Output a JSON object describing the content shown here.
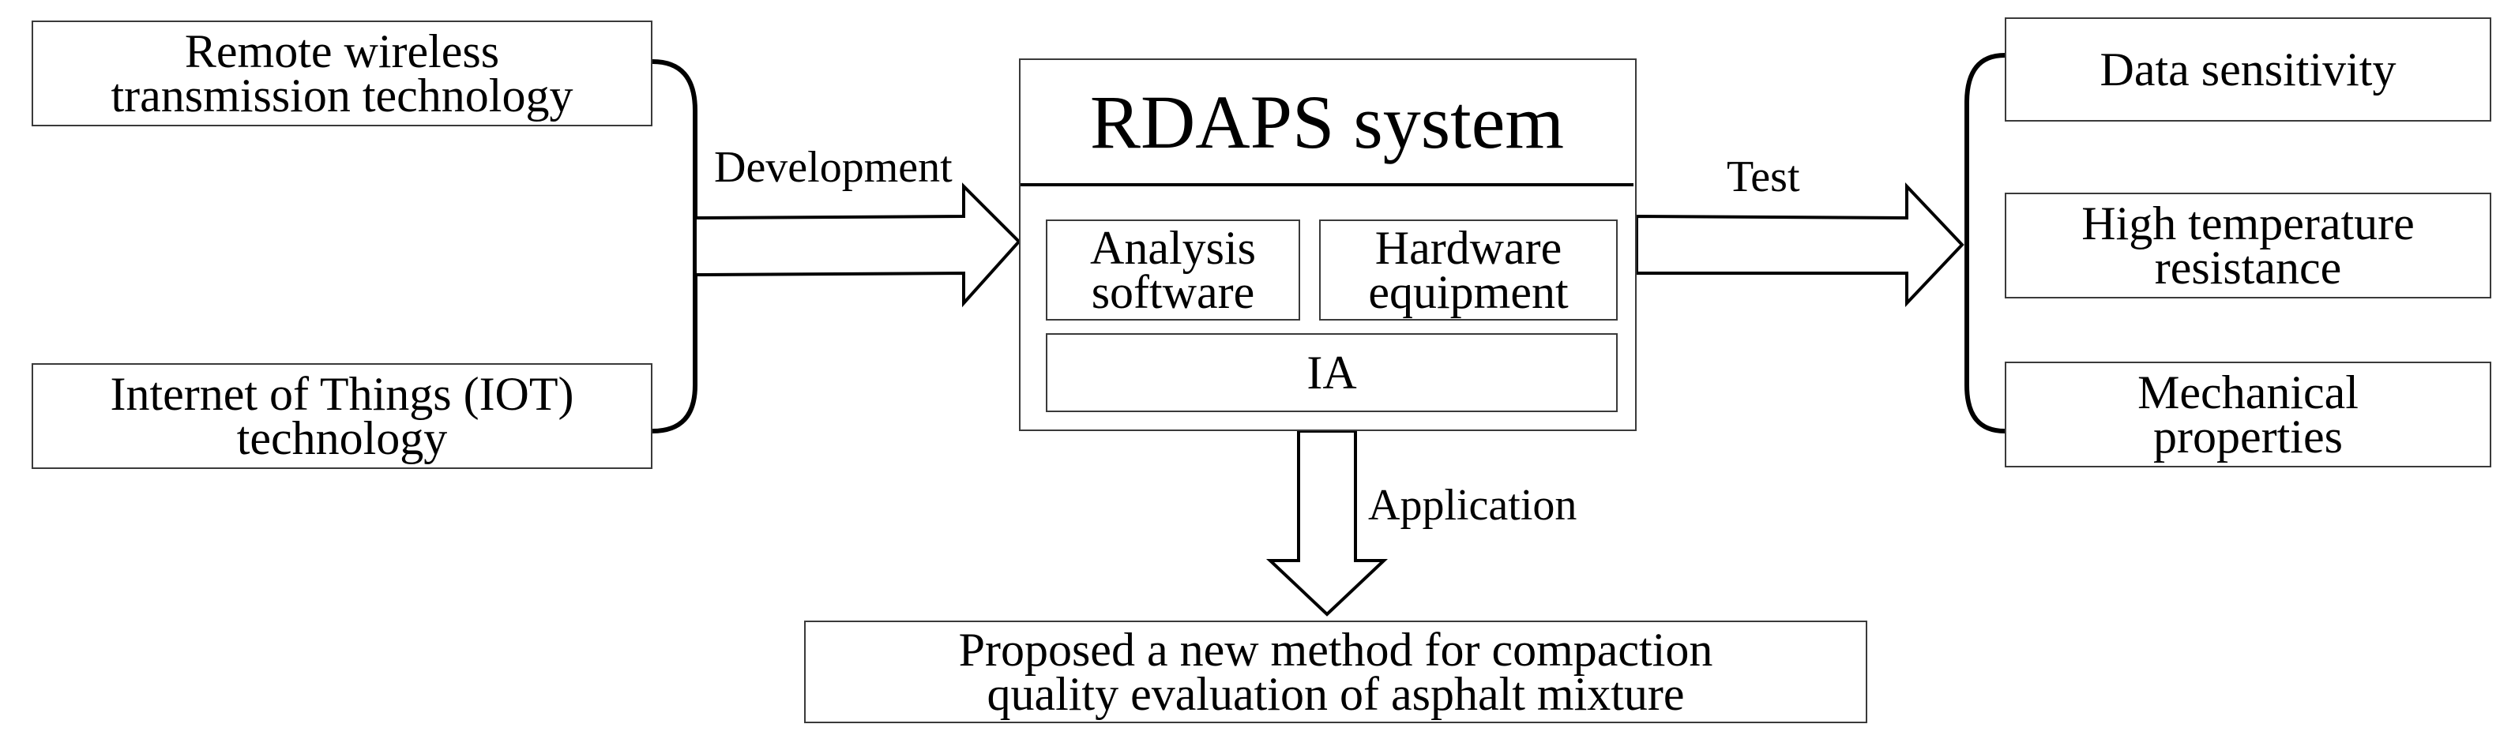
{
  "left_inputs": {
    "remote_wireless": [
      "Remote wireless",
      "transmission technology"
    ],
    "iot": [
      "Internet of Things (IOT)",
      "technology"
    ]
  },
  "arrow_labels": {
    "development": "Development",
    "test": "Test",
    "application": "Application"
  },
  "system": {
    "title": "RDAPS system",
    "analysis_software": [
      "Analysis",
      "software"
    ],
    "hardware_equipment": [
      "Hardware",
      "equipment"
    ],
    "ia": "IA"
  },
  "test_outcomes": {
    "data_sensitivity": [
      "Data sensitivity"
    ],
    "high_temperature": [
      "High temperature",
      "resistance"
    ],
    "mechanical": [
      "Mechanical",
      "properties"
    ]
  },
  "result": [
    "Proposed a new method for compaction",
    "quality evaluation of asphalt mixture"
  ],
  "colors": {
    "stroke": "#000000",
    "box_border": "#3a3a3a",
    "background": "#ffffff"
  }
}
